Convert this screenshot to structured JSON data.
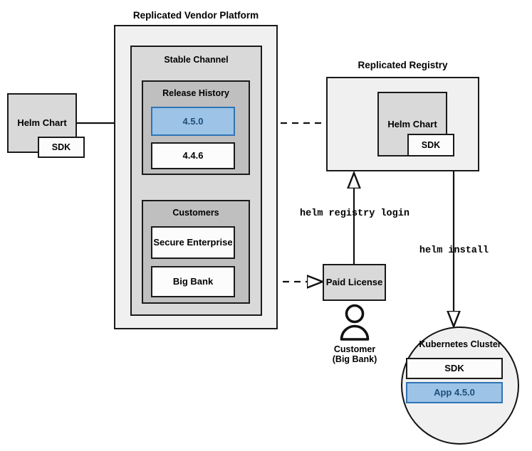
{
  "diagram": {
    "title_vendor_platform": "Replicated Vendor Platform",
    "title_registry": "Replicated Registry",
    "source_chart": {
      "label": "Helm Chart",
      "sdk": "SDK"
    },
    "stable_channel": {
      "label": "Stable Channel"
    },
    "release_history": {
      "label": "Release History",
      "releases": [
        {
          "version": "4.5.0",
          "highlighted": true
        },
        {
          "version": "4.4.6",
          "highlighted": false
        }
      ]
    },
    "customers": {
      "label": "Customers",
      "items": [
        {
          "name": "Secure\nEnterprise"
        },
        {
          "name": "Big Bank"
        }
      ]
    },
    "registry_chart": {
      "label": "Helm Chart",
      "sdk": "SDK"
    },
    "license": {
      "label": "Paid\nLicense"
    },
    "customer_actor": {
      "label": "Customer\n(Big Bank)",
      "icon": "person-icon"
    },
    "commands": {
      "registry_login": "helm registry login",
      "install": "helm install"
    },
    "kubernetes_cluster": {
      "label": "Kubernetes Cluster",
      "components": [
        {
          "name": "SDK",
          "highlighted": false
        },
        {
          "name": "App 4.5.0",
          "highlighted": true
        }
      ]
    },
    "colors": {
      "accent_blue_fill": "#9dc3e6",
      "accent_blue_border": "#2e75b6",
      "accent_blue_text": "#1f4e79",
      "stroke": "#1a1a1a",
      "fill_light": "#f0f0f0",
      "fill_mid": "#d9d9d9",
      "fill_dark": "#bfbfbf"
    }
  }
}
